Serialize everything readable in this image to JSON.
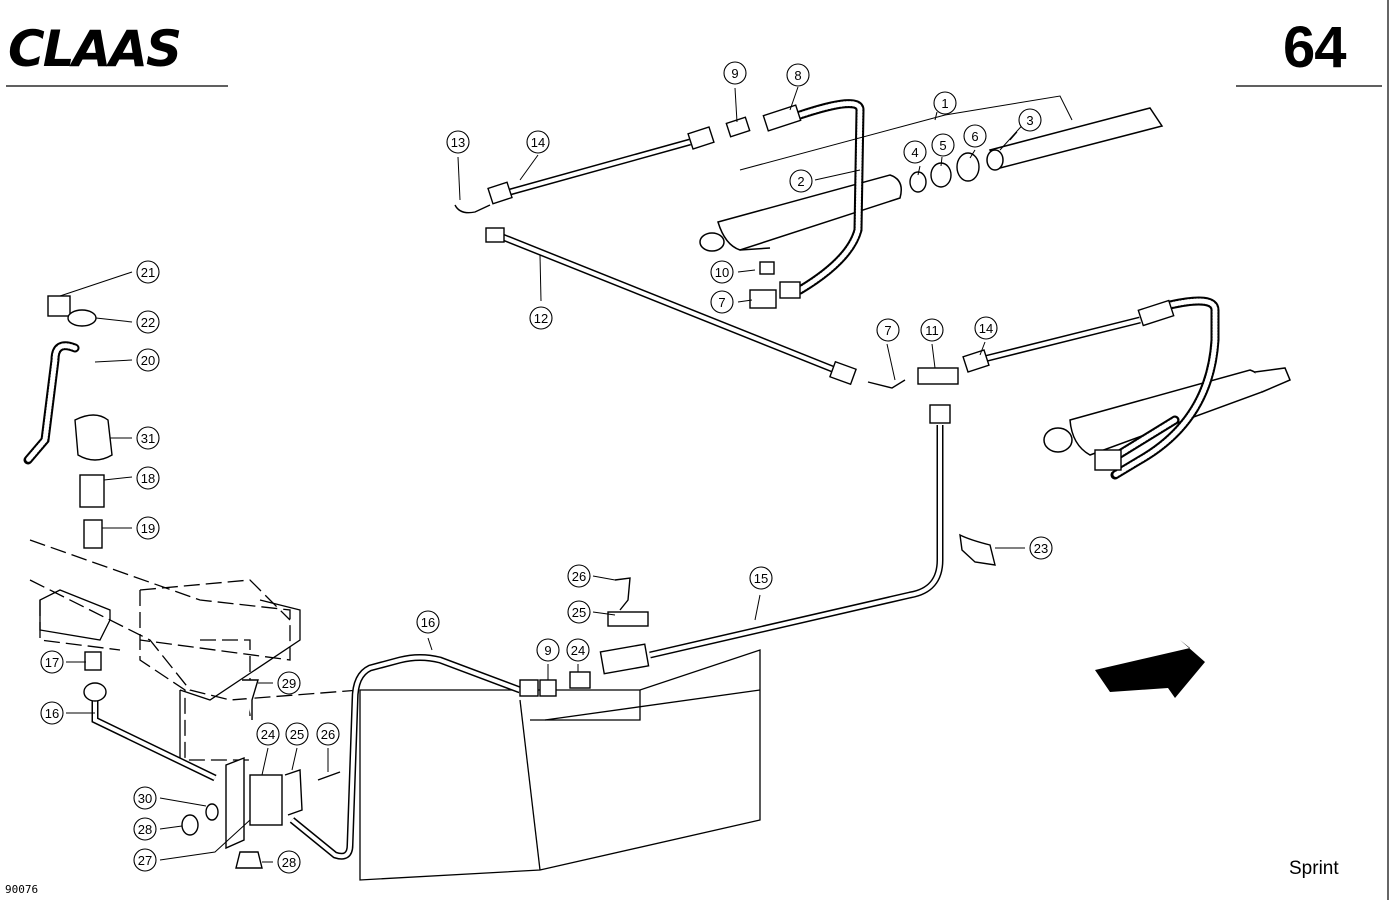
{
  "header": {
    "brand": "CLAAS",
    "page_number": "64"
  },
  "footer": {
    "model": "Sprint",
    "drawing_number": "90076"
  },
  "icons": {
    "direction": "direction-arrow-icon"
  },
  "callouts": [
    {
      "label": "1"
    },
    {
      "label": "2"
    },
    {
      "label": "3"
    },
    {
      "label": "4"
    },
    {
      "label": "5"
    },
    {
      "label": "6"
    },
    {
      "label": "7"
    },
    {
      "label": "7"
    },
    {
      "label": "8"
    },
    {
      "label": "9"
    },
    {
      "label": "9"
    },
    {
      "label": "10"
    },
    {
      "label": "11"
    },
    {
      "label": "12"
    },
    {
      "label": "13"
    },
    {
      "label": "14"
    },
    {
      "label": "14"
    },
    {
      "label": "15"
    },
    {
      "label": "16"
    },
    {
      "label": "16"
    },
    {
      "label": "17"
    },
    {
      "label": "18"
    },
    {
      "label": "19"
    },
    {
      "label": "20"
    },
    {
      "label": "21"
    },
    {
      "label": "22"
    },
    {
      "label": "23"
    },
    {
      "label": "24"
    },
    {
      "label": "24"
    },
    {
      "label": "25"
    },
    {
      "label": "25"
    },
    {
      "label": "26"
    },
    {
      "label": "26"
    },
    {
      "label": "27"
    },
    {
      "label": "28"
    },
    {
      "label": "28"
    },
    {
      "label": "29"
    },
    {
      "label": "30"
    },
    {
      "label": "31"
    }
  ]
}
